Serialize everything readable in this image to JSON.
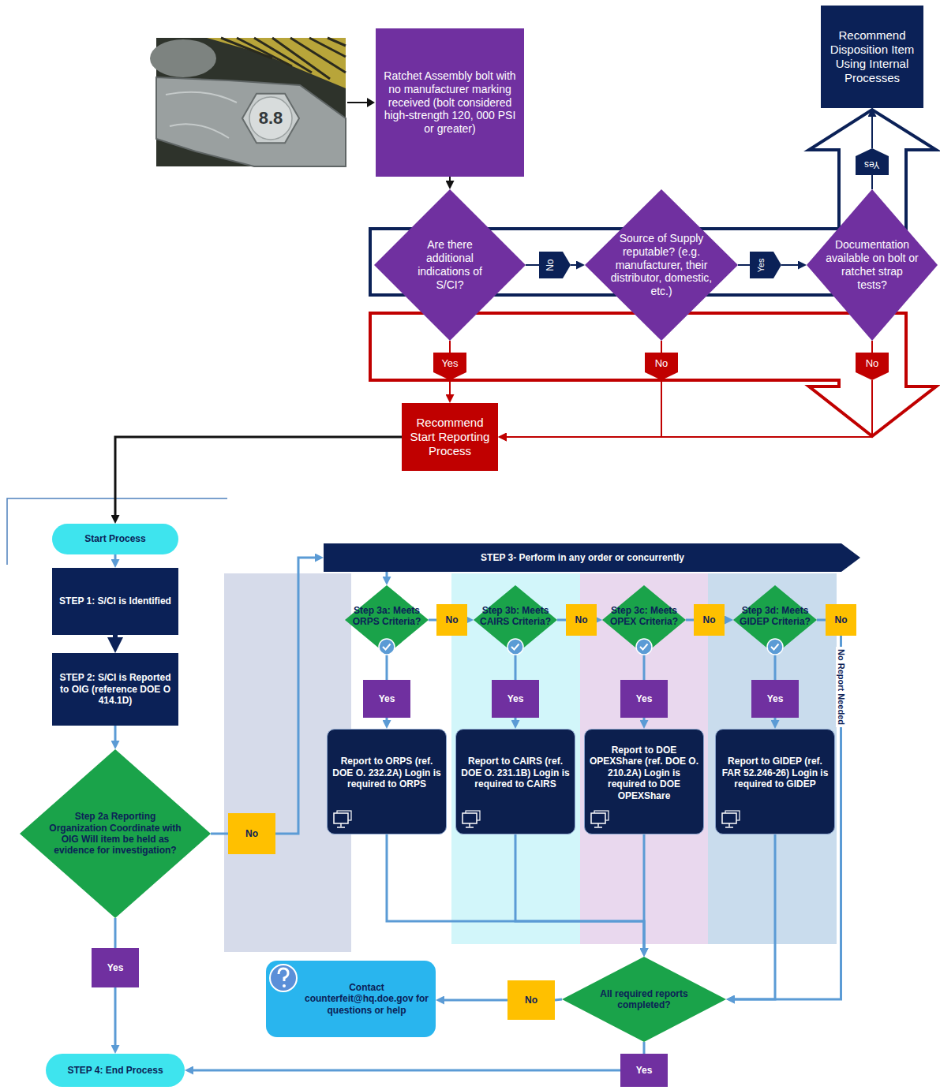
{
  "diagram": {
    "nodes": [
      {
        "text": [
          "Ratchet Assembly bolt with no manufacturer marking received (bolt considered high-strength 120, 000 PSI or greater)"
        ]
      },
      {
        "text": [
          "Recommend Disposition Item Using Internal Processes"
        ]
      },
      {
        "text": [
          "Are there additional indications of S/CI?"
        ]
      },
      {
        "text": [
          "No"
        ]
      },
      {
        "text": [
          "Source of Supply reputable? (e.g. manufacturer, their distributor, domestic, etc.)"
        ]
      },
      {
        "text": [
          "Yes"
        ]
      },
      {
        "text": [
          "Documentation available on bolt or ratchet strap tests?"
        ]
      },
      {
        "text": [
          "Yes"
        ]
      },
      {
        "text": [
          "Yes"
        ]
      },
      {
        "text": [
          "No"
        ]
      },
      {
        "text": [
          "No"
        ]
      },
      {
        "text": [
          "Recommend Start Reporting Process"
        ]
      },
      {
        "text": [
          "Start Process"
        ]
      },
      {
        "text": [
          "STEP 1: S/CI is Identified"
        ]
      },
      {
        "text": [
          "STEP 2: S/CI is Reported to OIG (reference DOE O 414.1D)"
        ]
      },
      {
        "text": [
          "Step 2a Reporting Organization Coordinate with OIG Will item be held as evidence for investigation?"
        ]
      },
      {
        "text": [
          "No"
        ]
      },
      {
        "text": [
          "Yes"
        ]
      },
      {
        "text": [
          "STEP 4: End Process"
        ]
      },
      {
        "text": [
          "STEP 3- Perform in any order or concurrently"
        ]
      },
      {
        "text": [
          "Step 3a: Meets ORPS Criteria?"
        ]
      },
      {
        "text": [
          "No"
        ]
      },
      {
        "text": [
          "Step 3b: Meets CAIRS Criteria?"
        ]
      },
      {
        "text": [
          "No"
        ]
      },
      {
        "text": [
          "Step 3c: Meets OPEX Criteria?"
        ]
      },
      {
        "text": [
          "No"
        ]
      },
      {
        "text": [
          "Step 3d: Meets GIDEP Criteria?"
        ]
      },
      {
        "text": [
          "No"
        ]
      },
      {
        "text": [
          "Yes"
        ]
      },
      {
        "text": [
          "Yes"
        ]
      },
      {
        "text": [
          "Yes"
        ]
      },
      {
        "text": [
          "Yes"
        ]
      },
      {
        "text": [
          "Report to ORPS (ref. DOE O. 232.2A) Login is required to ORPS"
        ]
      },
      {
        "text": [
          "Report to CAIRS (ref. DOE O. 231.1B) Login is required to CAIRS"
        ]
      },
      {
        "text": [
          "Report to DOE OPEXShare (ref. DOE O. 210.2A) Login is required to DOE OPEXShare"
        ]
      },
      {
        "text": [
          "Report to GIDEP (ref. FAR 52.246-26) Login is required to GIDEP"
        ]
      },
      {
        "text": [
          "All required reports completed?"
        ]
      },
      {
        "text": [
          "No"
        ]
      },
      {
        "text": [
          "Contact counterfeit@hq.doe.gov for questions or help"
        ]
      },
      {
        "text": [
          "Yes"
        ]
      }
    ],
    "edges": [
      {
        "from": 0,
        "to": 2,
        "arrow": "to"
      },
      {
        "from": 2,
        "to": 3,
        "arrow": "none"
      },
      {
        "from": 3,
        "to": 4,
        "arrow": "to"
      },
      {
        "from": 4,
        "to": 5,
        "arrow": "none"
      },
      {
        "from": 5,
        "to": 6,
        "arrow": "to"
      },
      {
        "from": 6,
        "to": 7,
        "arrow": "none"
      },
      {
        "from": 7,
        "to": 1,
        "arrow": "to"
      },
      {
        "from": 2,
        "to": 8,
        "arrow": "none"
      },
      {
        "from": 8,
        "to": 11,
        "arrow": "to"
      },
      {
        "from": 4,
        "to": 9,
        "arrow": "none"
      },
      {
        "from": 9,
        "to": 11,
        "arrow": "to"
      },
      {
        "from": 6,
        "to": 10,
        "arrow": "none"
      },
      {
        "from": 10,
        "to": 11,
        "arrow": "to"
      },
      {
        "from": 11,
        "to": 12,
        "arrow": "to"
      },
      {
        "from": 12,
        "to": 13,
        "arrow": "to"
      },
      {
        "from": 13,
        "to": 14,
        "arrow": "to"
      },
      {
        "from": 14,
        "to": 15,
        "arrow": "to"
      },
      {
        "from": 15,
        "to": 16,
        "arrow": "none"
      },
      {
        "from": 16,
        "to": 19,
        "arrow": "to"
      },
      {
        "from": 15,
        "to": 17,
        "arrow": "none"
      },
      {
        "from": 17,
        "to": 18,
        "arrow": "to"
      },
      {
        "from": 19,
        "to": 20,
        "arrow": "to"
      },
      {
        "from": 20,
        "to": 21,
        "arrow": "none"
      },
      {
        "from": 21,
        "to": 22,
        "arrow": "to"
      },
      {
        "from": 22,
        "to": 23,
        "arrow": "none"
      },
      {
        "from": 23,
        "to": 24,
        "arrow": "to"
      },
      {
        "from": 24,
        "to": 25,
        "arrow": "none"
      },
      {
        "from": 25,
        "to": 26,
        "arrow": "to"
      },
      {
        "from": 26,
        "to": 27,
        "arrow": "none"
      },
      {
        "from": 20,
        "to": 28,
        "arrow": "none"
      },
      {
        "from": 28,
        "to": 32,
        "arrow": "to"
      },
      {
        "from": 22,
        "to": 29,
        "arrow": "none"
      },
      {
        "from": 29,
        "to": 33,
        "arrow": "to"
      },
      {
        "from": 24,
        "to": 30,
        "arrow": "none"
      },
      {
        "from": 30,
        "to": 34,
        "arrow": "to"
      },
      {
        "from": 26,
        "to": 31,
        "arrow": "none"
      },
      {
        "from": 31,
        "to": 35,
        "arrow": "to"
      },
      {
        "from": 27,
        "to": 36,
        "arrow": "to",
        "label": "No Report Needed"
      },
      {
        "from": 32,
        "to": 36,
        "arrow": "to"
      },
      {
        "from": 33,
        "to": 36,
        "arrow": "to"
      },
      {
        "from": 34,
        "to": 36,
        "arrow": "to"
      },
      {
        "from": 35,
        "to": 36,
        "arrow": "to"
      },
      {
        "from": 36,
        "to": 37,
        "arrow": "none"
      },
      {
        "from": 37,
        "to": 38,
        "arrow": "to"
      },
      {
        "from": 36,
        "to": 39,
        "arrow": "none"
      },
      {
        "from": 39,
        "to": 18,
        "arrow": "to"
      }
    ],
    "labels": [
      "8.8"
    ]
  }
}
